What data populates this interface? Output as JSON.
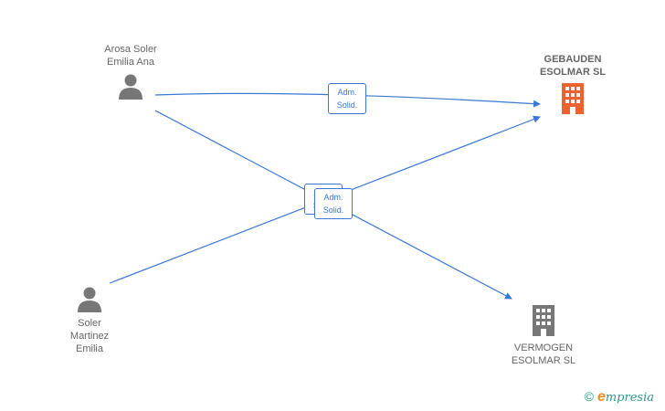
{
  "persons": [
    {
      "id": "p1",
      "lines": [
        "Arosa Soler",
        "Emilia Ana"
      ]
    },
    {
      "id": "p2",
      "lines": [
        "Soler",
        "Martinez",
        "Emilia"
      ]
    }
  ],
  "companies": [
    {
      "id": "c1",
      "lines": [
        "GEBAUDEN",
        "ESOLMAR SL"
      ],
      "color": "#f0622d",
      "highlight": true
    },
    {
      "id": "c2",
      "lines": [
        "VERMOGEN",
        "ESOLMAR SL"
      ],
      "color": "#777777",
      "highlight": false
    }
  ],
  "relations": [
    {
      "from": "p1",
      "to": "c1",
      "role_lines": [
        "Adm.",
        "Solid."
      ]
    },
    {
      "from": "p1",
      "to": "c2",
      "role_lines": [
        "Adm.",
        "Solid."
      ]
    },
    {
      "from": "p2",
      "to": "c1",
      "role_lines": [
        "Adm.",
        "Solid."
      ]
    }
  ],
  "colors": {
    "edge": "#3a78d6",
    "person_icon": "#777777"
  },
  "footer": {
    "copyright": "©",
    "brand_e": "e",
    "brand_rest": "mpresia"
  }
}
